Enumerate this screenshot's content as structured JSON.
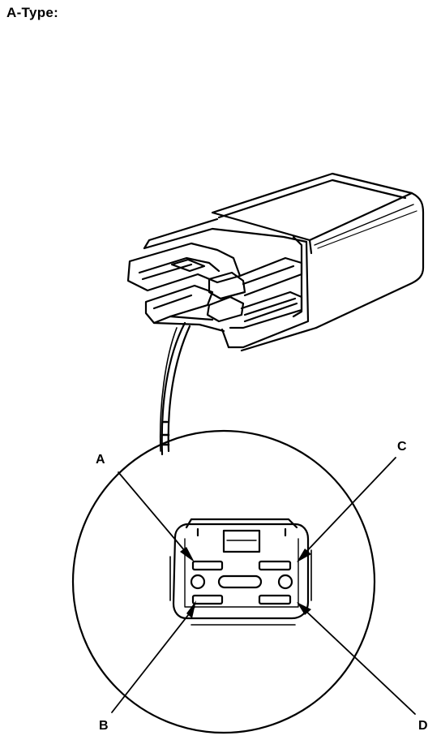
{
  "title": "A-Type:",
  "labels": {
    "a": "A",
    "b": "B",
    "c": "C",
    "d": "D"
  },
  "colors": {
    "ink": "#000000",
    "paper": "#ffffff"
  }
}
